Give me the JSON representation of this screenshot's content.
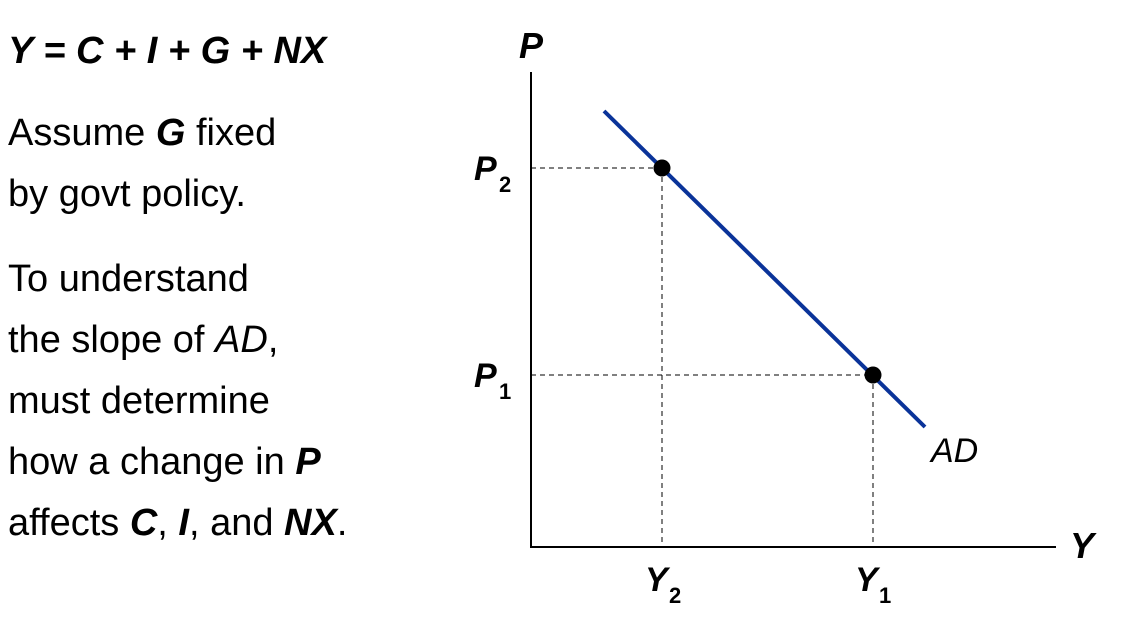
{
  "text": {
    "equation": "Y = C + I + G + NX",
    "para1": {
      "line1_prefix": "Assume ",
      "line1_var": "G",
      "line1_suffix": " fixed",
      "line2": "by govt policy."
    },
    "para2": {
      "line1": "To understand",
      "line2_prefix": "the slope of ",
      "line2_var": "AD",
      "line2_suffix": ",",
      "line3": "must determine",
      "line4_prefix": "how a change in ",
      "line4_var": "P",
      "line5_prefix": "affects ",
      "line5_var1": "C",
      "line5_sep1": ", ",
      "line5_var2": "I",
      "line5_sep2": ", and ",
      "line5_var3": "NX",
      "line5_suffix": "."
    }
  },
  "diagram": {
    "y_axis_label": "P",
    "x_axis_label": "Y",
    "curve_label": "AD",
    "curve_color": "#0a3399",
    "point_high": {
      "price_label": "P",
      "price_sub": "2",
      "output_label": "Y",
      "output_sub": "2"
    },
    "point_low": {
      "price_label": "P",
      "price_sub": "1",
      "output_label": "Y",
      "output_sub": "1"
    }
  }
}
